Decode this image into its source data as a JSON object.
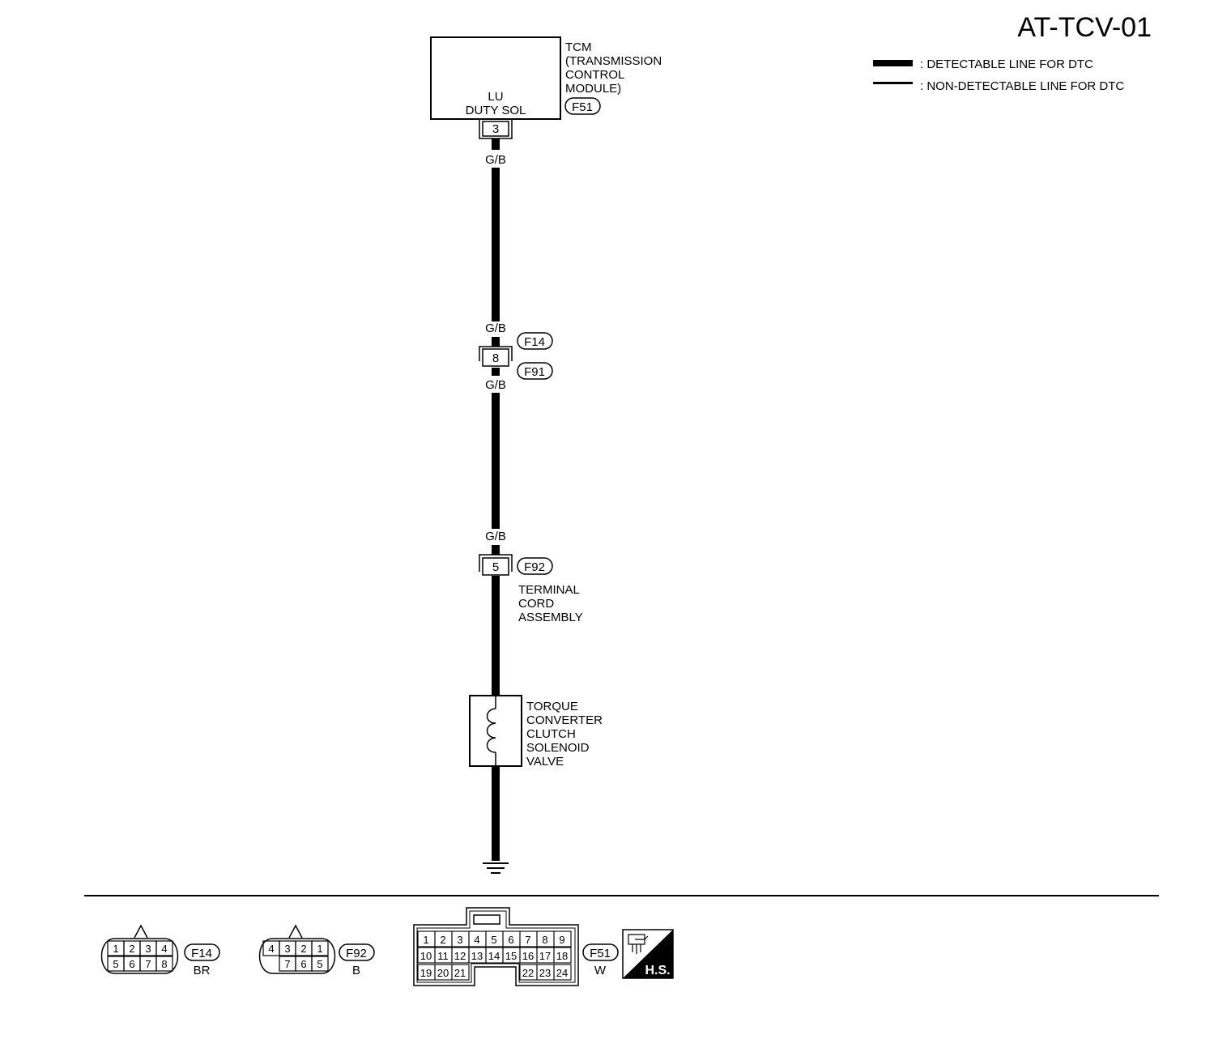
{
  "title": "AT-TCV-01",
  "legend": {
    "detectable": ": DETECTABLE LINE FOR DTC",
    "non_detectable": ": NON-DETECTABLE LINE FOR DTC"
  },
  "tcm": {
    "name_lines": [
      "TCM",
      "(TRANSMISSION",
      "CONTROL",
      "MODULE)"
    ],
    "terminal_label_lines": [
      "LU",
      "DUTY SOL"
    ],
    "connector": "F51",
    "pin": "3"
  },
  "wire_color": "G/B",
  "junction": {
    "connector_top": "F14",
    "connector_bottom": "F91",
    "pin": "8"
  },
  "terminal_cord": {
    "connector": "F92",
    "pin": "5",
    "label_lines": [
      "TERMINAL",
      "CORD",
      "ASSEMBLY"
    ]
  },
  "solenoid": {
    "label_lines": [
      "TORQUE",
      "CONVERTER",
      "CLUTCH",
      "SOLENOID",
      "VALVE"
    ]
  },
  "connector_views": {
    "f14": {
      "id": "F14",
      "color": "BR",
      "top_pins": [
        "1",
        "2",
        "3",
        "4"
      ],
      "bottom_pins": [
        "5",
        "6",
        "7",
        "8"
      ]
    },
    "f92": {
      "id": "F92",
      "color": "B",
      "top_pins": [
        "4",
        "3",
        "2",
        "1"
      ],
      "bottom_pins": [
        "",
        "7",
        "6",
        "5"
      ]
    },
    "f51": {
      "id": "F51",
      "color": "W",
      "row1": [
        "1",
        "2",
        "3",
        "4",
        "5",
        "6",
        "7",
        "8",
        "9"
      ],
      "row2": [
        "10",
        "11",
        "12",
        "13",
        "14",
        "15",
        "16",
        "17",
        "18"
      ],
      "row3_left": [
        "19",
        "20",
        "21"
      ],
      "row3_right": [
        "22",
        "23",
        "24"
      ]
    },
    "hs_badge": "H.S."
  }
}
